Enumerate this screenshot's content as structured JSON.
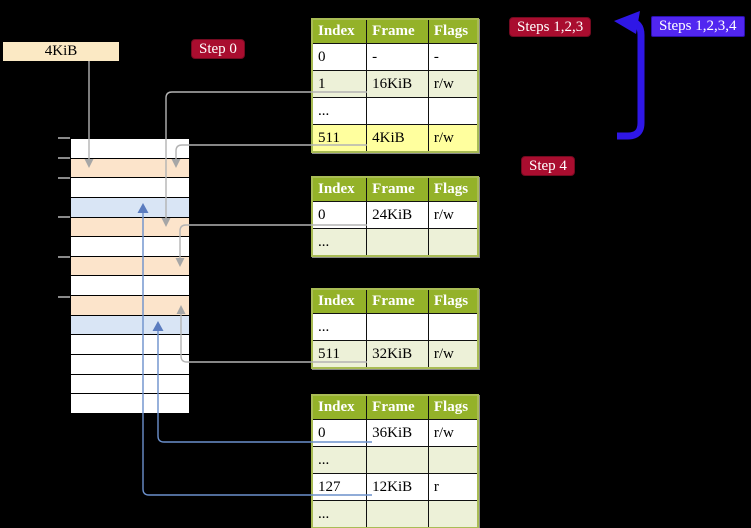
{
  "diagram_title": "page-table-translation-diagram",
  "frame_size_label": "4KiB",
  "badges": {
    "step0": "Step 0",
    "steps123": "Steps 1,2,3",
    "steps1234": "Steps 1,2,3,4",
    "step4": "Step 4"
  },
  "memory": {
    "rows": [
      "white",
      "peach",
      "white",
      "blue",
      "peach",
      "white",
      "peach",
      "white",
      "peach",
      "blue",
      "white",
      "white",
      "white",
      "white"
    ],
    "tick_offsets": [
      137,
      157,
      177,
      216,
      256,
      296
    ]
  },
  "page_tables": [
    {
      "columns": [
        "Index",
        "Frame",
        "Flags"
      ],
      "rows": [
        {
          "cells": [
            "0",
            "-",
            "-"
          ],
          "shade": "white",
          "highlight": false
        },
        {
          "cells": [
            "1",
            "16KiB",
            "r/w"
          ],
          "shade": "green",
          "highlight": false
        },
        {
          "cells": [
            "...",
            "",
            ""
          ],
          "shade": "white",
          "highlight": false
        },
        {
          "cells": [
            "511",
            "4KiB",
            "r/w"
          ],
          "shade": "green",
          "highlight": true
        }
      ]
    },
    {
      "columns": [
        "Index",
        "Frame",
        "Flags"
      ],
      "rows": [
        {
          "cells": [
            "0",
            "24KiB",
            "r/w"
          ],
          "shade": "white",
          "highlight": false
        },
        {
          "cells": [
            "...",
            "",
            ""
          ],
          "shade": "green",
          "highlight": false
        }
      ]
    },
    {
      "columns": [
        "Index",
        "Frame",
        "Flags"
      ],
      "rows": [
        {
          "cells": [
            "...",
            "",
            ""
          ],
          "shade": "white",
          "highlight": false
        },
        {
          "cells": [
            "511",
            "32KiB",
            "r/w"
          ],
          "shade": "green",
          "highlight": false
        }
      ]
    },
    {
      "columns": [
        "Index",
        "Frame",
        "Flags"
      ],
      "rows": [
        {
          "cells": [
            "0",
            "36KiB",
            "r/w"
          ],
          "shade": "white",
          "highlight": false
        },
        {
          "cells": [
            "...",
            "",
            ""
          ],
          "shade": "green",
          "highlight": false
        },
        {
          "cells": [
            "127",
            "12KiB",
            "r"
          ],
          "shade": "white",
          "highlight": false
        },
        {
          "cells": [
            "...",
            "",
            ""
          ],
          "shade": "green",
          "highlight": false
        }
      ]
    }
  ],
  "colors": {
    "bg": "#000000",
    "label-bg": "#fbe9c4",
    "crimson": "#a90d2f",
    "blue-badge": "#5126f0",
    "header-green": "#94b229",
    "row-green": "#edf1d8",
    "highlight": "#ffff9e",
    "peach": "#fce4cb",
    "light-blue": "#d9e5f5",
    "table-border": "#a9bc55",
    "connector-grey": "#b3b3b3",
    "connector-blue": "#6b90cc",
    "thick-arrow-blue": "#2f17e6"
  }
}
